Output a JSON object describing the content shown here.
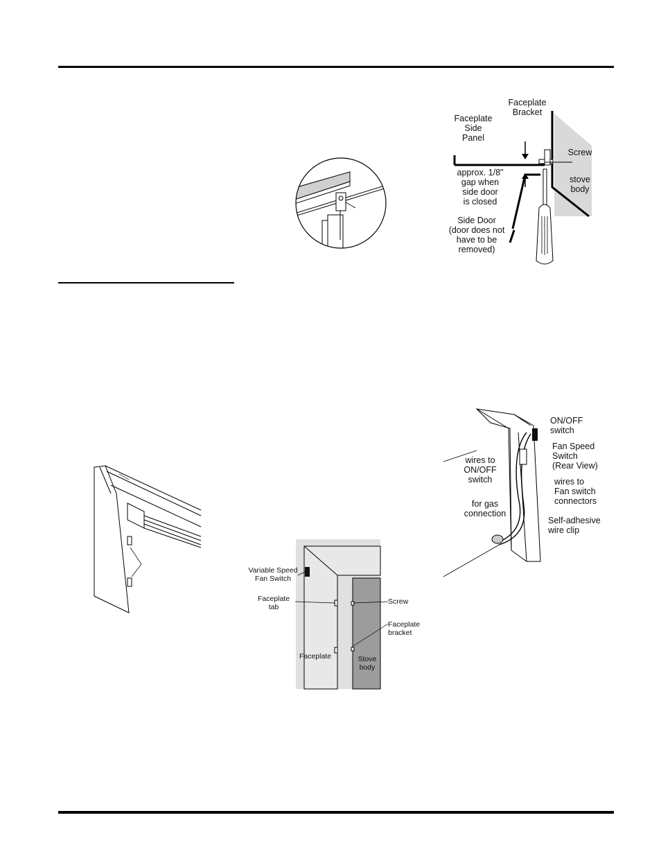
{
  "figure_gap": {
    "faceplate_bracket": "Faceplate\nBracket",
    "faceplate_side_panel": "Faceplate\nSide\nPanel",
    "screw": "Screw",
    "gap_note": "approx. 1/8\"\ngap when\nside door\nis closed",
    "stove_body": "stove\nbody",
    "side_door": "Side Door\n(door does not\nhave to be\nremoved)"
  },
  "figure_switch_wiring": {
    "on_off_switch": "ON/OFF\nswitch",
    "fan_speed_switch": "Fan Speed\nSwitch\n(Rear View)",
    "wires_to_on_off": "wires to\nON/OFF\nswitch",
    "wires_to_fan": "wires to\nFan switch\nconnectors",
    "gas_connection": "for gas\nconnection",
    "wire_clip": "Self-adhesive\nwire clip"
  },
  "figure_faceplate_section": {
    "variable_speed_switch": "Variable Speed\nFan Switch",
    "faceplate_tab": "Faceplate\ntab",
    "screw": "Screw",
    "faceplate_bracket": "Faceplate\nbracket",
    "faceplate": "Faceplate",
    "stove_body": "Stove\nbody"
  }
}
